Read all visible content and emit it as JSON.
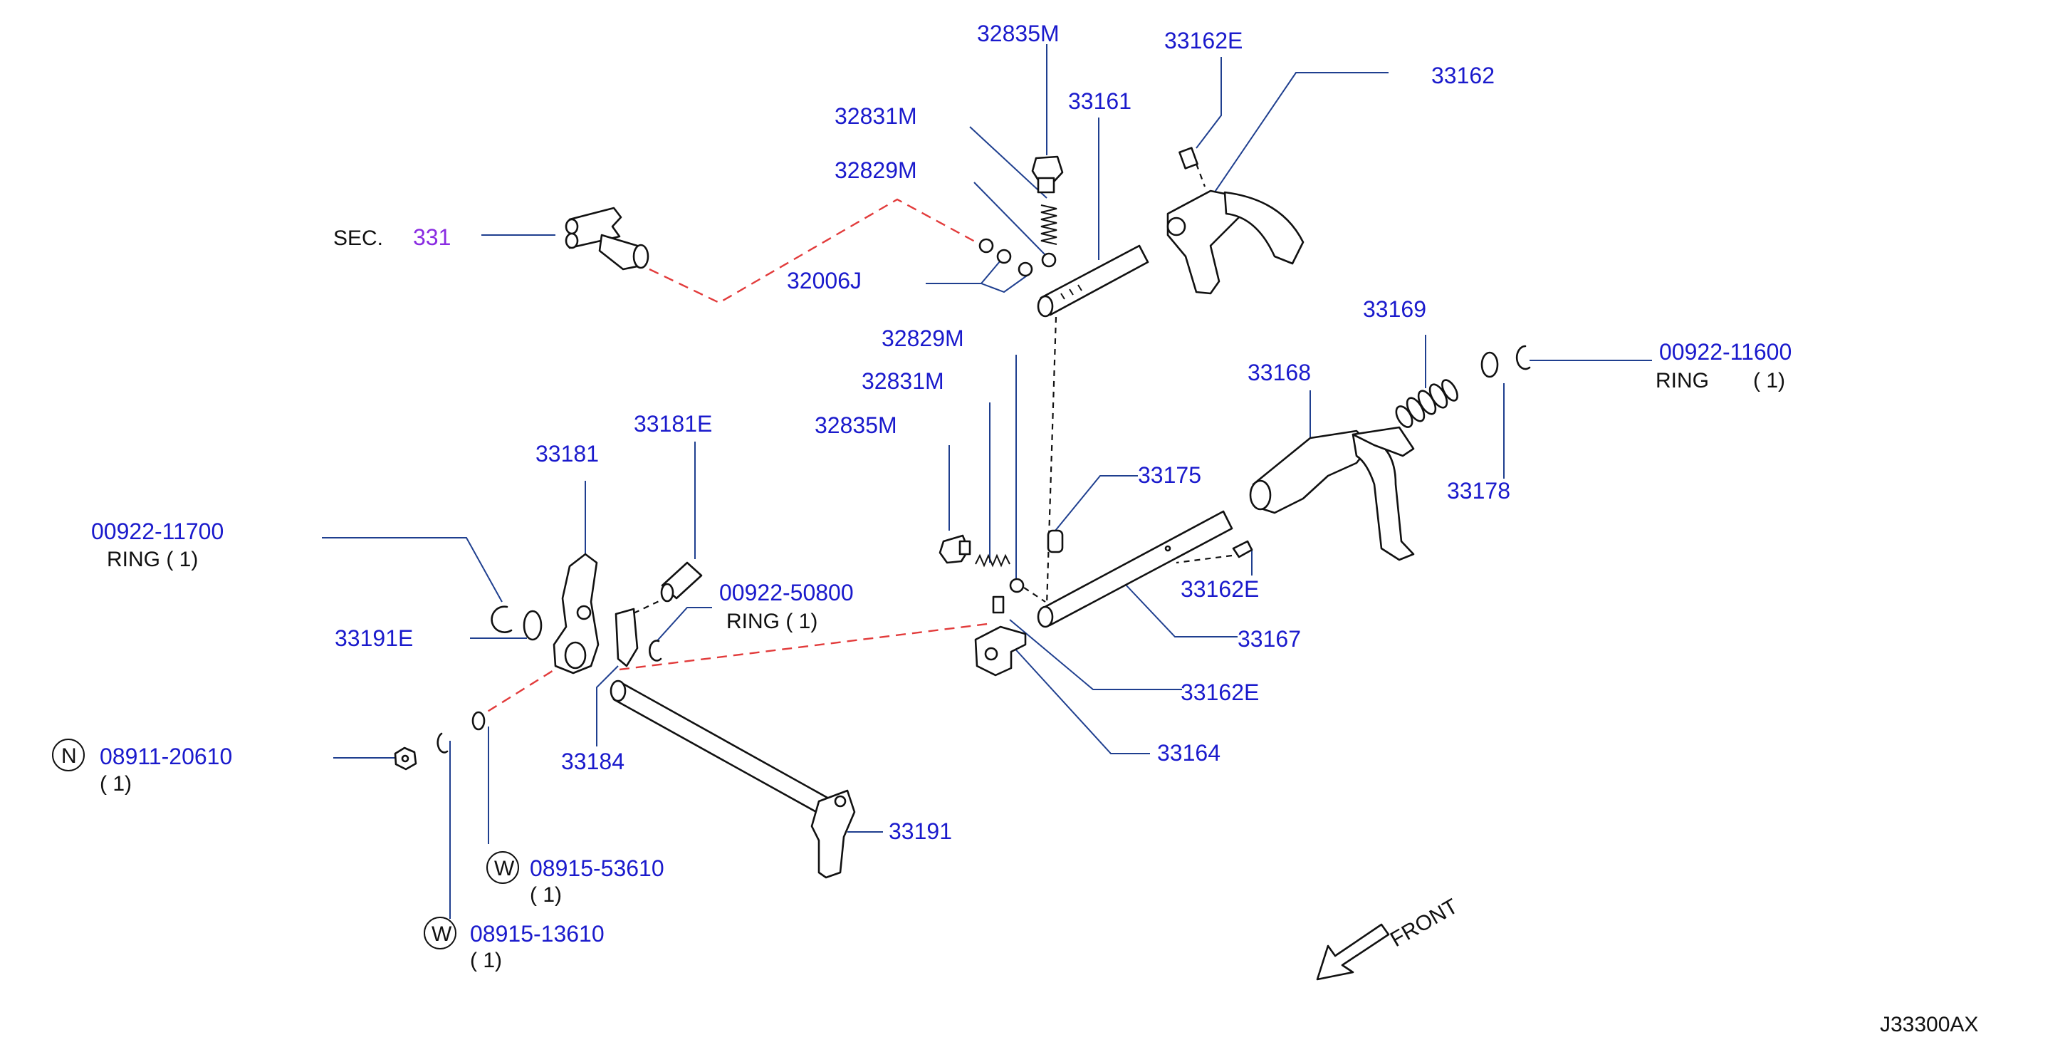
{
  "diagram": {
    "code": "J33300AX",
    "front": "FRONT",
    "sec": {
      "prefix": "SEC.",
      "number": "331"
    },
    "parts": {
      "p32835M_top": "32835M",
      "p33162E_top": "33162E",
      "p33162": "33162",
      "p32831M_top": "32831M",
      "p33161": "33161",
      "p32829M_top": "32829M",
      "p32006J": "32006J",
      "p32829M_mid": "32829M",
      "p33169": "33169",
      "p00922_11600": "00922-11600",
      "p33168": "33168",
      "p32831M_mid": "32831M",
      "p33181E": "33181E",
      "p32835M_mid": "32835M",
      "p33181": "33181",
      "p33175": "33175",
      "p33178": "33178",
      "p00922_11700": "00922-11700",
      "p33162E_mid": "33162E",
      "p00922_50800": "00922-50800",
      "p33191E": "33191E",
      "p33167": "33167",
      "p33162E_low": "33162E",
      "p33184": "33184",
      "p33164": "33164",
      "p08911_20610": "08911-20610",
      "p33191": "33191",
      "p08915_53610": "08915-53610",
      "p08915_13610": "08915-13610"
    },
    "notes": {
      "ring_11600": "RING",
      "ring_11600_qty": "( 1)",
      "ring_11700": "RING ( 1)",
      "ring_50800": "RING ( 1)",
      "qty_20610": "( 1)",
      "qty_53610": "( 1)",
      "qty_13610": "( 1)"
    },
    "badges": {
      "n": "N",
      "w1": "W",
      "w2": "W"
    }
  }
}
